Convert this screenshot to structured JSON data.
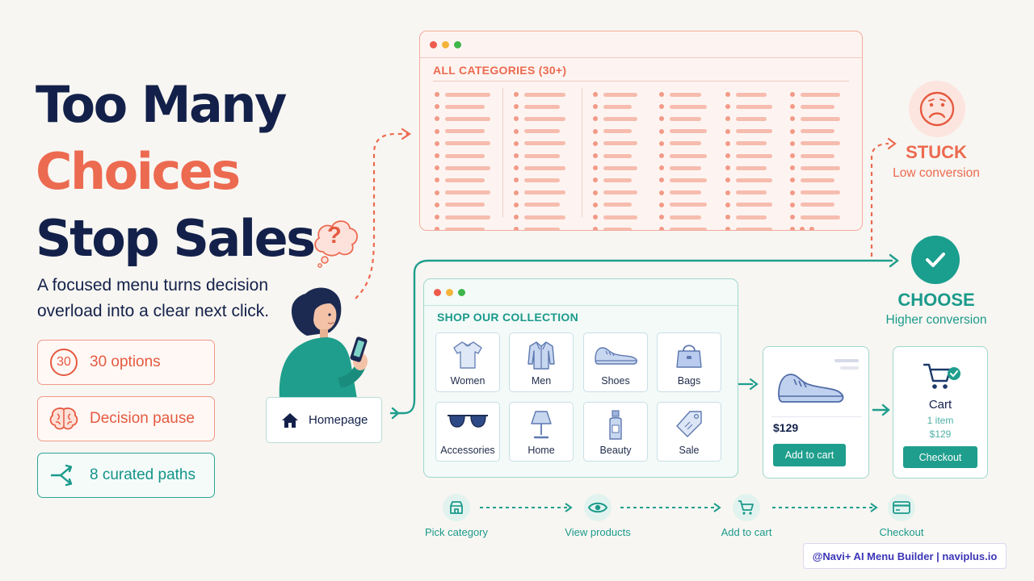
{
  "headline": {
    "line1": "Too Many",
    "line2": "Choices",
    "line3": "Stop Sales"
  },
  "subtitle": "A focused menu turns decision overload into a clear next click.",
  "stats": [
    {
      "icon": "number-30-icon",
      "badge": "30",
      "label": "30 options"
    },
    {
      "icon": "brain-icon",
      "label": "Decision pause"
    },
    {
      "icon": "branching-paths-icon",
      "label": "8 curated paths"
    }
  ],
  "thought": {
    "icon": "question-mark-icon",
    "text": "?"
  },
  "homepage": {
    "icon": "home-icon",
    "label": "Homepage"
  },
  "all_categories": {
    "title": "ALL CATEGORIES (30+)"
  },
  "shop": {
    "title": "SHOP OUR COLLECTION",
    "categories": [
      {
        "label": "Women",
        "icon": "blouse-icon"
      },
      {
        "label": "Men",
        "icon": "shirt-icon"
      },
      {
        "label": "Shoes",
        "icon": "sneaker-icon"
      },
      {
        "label": "Bags",
        "icon": "handbag-icon"
      },
      {
        "label": "Accessories",
        "icon": "sunglasses-icon"
      },
      {
        "label": "Home",
        "icon": "lamp-icon"
      },
      {
        "label": "Beauty",
        "icon": "bottle-icon"
      },
      {
        "label": "Sale",
        "icon": "tag-icon"
      }
    ]
  },
  "product": {
    "icon": "sneaker-icon",
    "price": "$129",
    "button": "Add to cart"
  },
  "cart": {
    "icon": "cart-check-icon",
    "title": "Cart",
    "items": "1 item",
    "total": "$129",
    "button": "Checkout"
  },
  "outcomes": {
    "stuck": {
      "icon": "sad-face-icon",
      "title": "STUCK",
      "subtitle": "Low conversion"
    },
    "choose": {
      "icon": "checkmark-icon",
      "title": "CHOOSE",
      "subtitle": "Higher conversion"
    }
  },
  "steps": [
    {
      "icon": "store-icon",
      "label": "Pick category"
    },
    {
      "icon": "eye-icon",
      "label": "View products"
    },
    {
      "icon": "cart-icon",
      "label": "Add to cart"
    },
    {
      "icon": "card-icon",
      "label": "Checkout"
    }
  ],
  "footer": "@Navi+ AI Menu Builder | naviplus.io",
  "colors": {
    "navy": "#13214a",
    "coral": "#ec6a50",
    "teal": "#1f9e8d"
  }
}
